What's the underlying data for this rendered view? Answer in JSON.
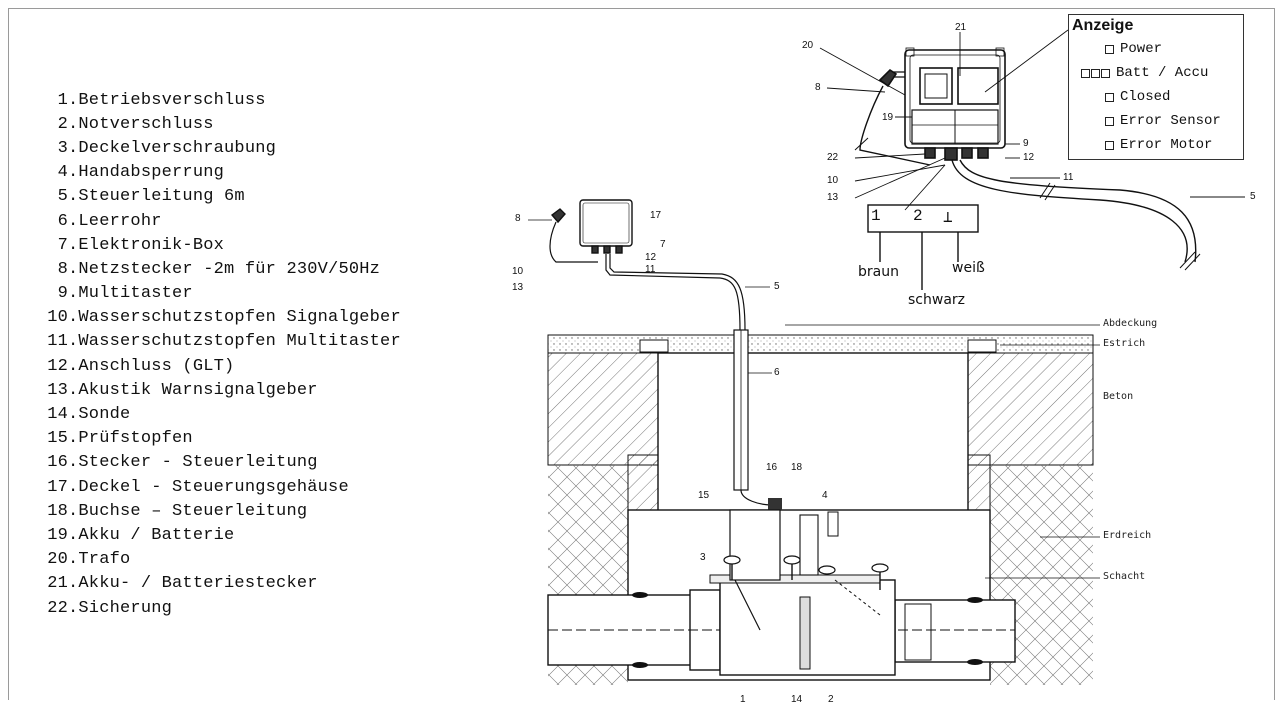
{
  "parts": [
    {
      "num": "1",
      "text": "Betriebsverschluss"
    },
    {
      "num": "2",
      "text": "Notverschluss"
    },
    {
      "num": "3",
      "text": "Deckelverschraubung"
    },
    {
      "num": "4",
      "text": "Handabsperrung"
    },
    {
      "num": "5",
      "text": "Steuerleitung 6m"
    },
    {
      "num": "6",
      "text": "Leerrohr"
    },
    {
      "num": "7",
      "text": "Elektronik-Box"
    },
    {
      "num": "8",
      "text": "Netzstecker -2m für 230V/50Hz"
    },
    {
      "num": "9",
      "text": "Multitaster"
    },
    {
      "num": "10",
      "text": "Wasserschutzstopfen Signalgeber"
    },
    {
      "num": "11",
      "text": "Wasserschutzstopfen Multitaster"
    },
    {
      "num": "12",
      "text": "Anschluss (GLT)"
    },
    {
      "num": "13",
      "text": "Akustik Warnsignalgeber"
    },
    {
      "num": "14",
      "text": "Sonde"
    },
    {
      "num": "15",
      "text": "Prüfstopfen"
    },
    {
      "num": "16",
      "text": "Stecker - Steuerleitung"
    },
    {
      "num": "17",
      "text": "Deckel - Steuerungsgehäuse"
    },
    {
      "num": "18",
      "text": "Buchse – Steuerleitung"
    },
    {
      "num": "19",
      "text": "Akku / Batterie"
    },
    {
      "num": "20",
      "text": "Trafo"
    },
    {
      "num": "21",
      "text": "Akku- / Batteriestecker"
    },
    {
      "num": "22",
      "text": "Sicherung"
    }
  ],
  "legend": {
    "title": "Anzeige",
    "items": [
      {
        "label": "Power",
        "indicators": 1
      },
      {
        "label": "Batt / Accu",
        "indicators": 3
      },
      {
        "label": "Closed",
        "indicators": 1
      },
      {
        "label": "Error Sensor",
        "indicators": 1
      },
      {
        "label": "Error Motor",
        "indicators": 1
      }
    ]
  },
  "terminal": {
    "pins": [
      "1",
      "2",
      "⊥"
    ],
    "wires": [
      "braun",
      "schwarz",
      "weiß"
    ]
  },
  "layers": [
    "Abdeckung",
    "Estrich",
    "Beton",
    "Erdreich",
    "Schacht"
  ],
  "callouts": {
    "box_top": [
      "20",
      "21",
      "8",
      "19",
      "9",
      "22",
      "12",
      "10",
      "11",
      "13",
      "5"
    ],
    "box_small": [
      "8",
      "17",
      "7",
      "12",
      "11",
      "10",
      "13",
      "5"
    ],
    "shaft": [
      "6",
      "16",
      "18",
      "15",
      "4",
      "3",
      "1",
      "14",
      "2"
    ]
  }
}
